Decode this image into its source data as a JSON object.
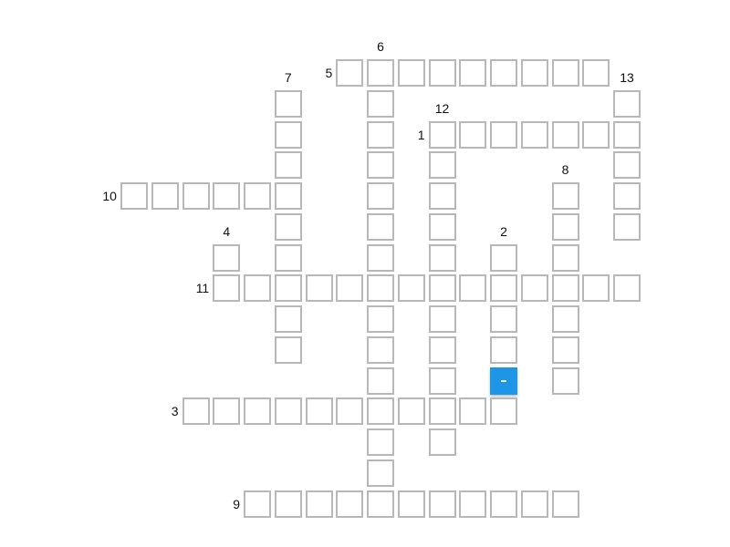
{
  "title": "",
  "active_cell": {
    "row": 10,
    "col": 12
  },
  "colors": {
    "cell_border": "#b8b8b8",
    "active_cell": "#1e96e8",
    "number_text": "#111111"
  },
  "clues": [
    {
      "number": "1",
      "direction": "across",
      "row": 2,
      "col": 10,
      "length": 7
    },
    {
      "number": "2",
      "direction": "down",
      "row": 6,
      "col": 12,
      "length": 6
    },
    {
      "number": "3",
      "direction": "across",
      "row": 11,
      "col": 2,
      "length": 11
    },
    {
      "number": "4",
      "direction": "down",
      "row": 6,
      "col": 3,
      "length": 2
    },
    {
      "number": "5",
      "direction": "across",
      "row": 0,
      "col": 7,
      "length": 9
    },
    {
      "number": "6",
      "direction": "down",
      "row": 0,
      "col": 8,
      "length": 14
    },
    {
      "number": "7",
      "direction": "down",
      "row": 1,
      "col": 5,
      "length": 9
    },
    {
      "number": "8",
      "direction": "down",
      "row": 4,
      "col": 14,
      "length": 7
    },
    {
      "number": "9",
      "direction": "across",
      "row": 14,
      "col": 4,
      "length": 11
    },
    {
      "number": "10",
      "direction": "across",
      "row": 4,
      "col": 0,
      "length": 6
    },
    {
      "number": "11",
      "direction": "across",
      "row": 7,
      "col": 3,
      "length": 14
    },
    {
      "number": "12",
      "direction": "down",
      "row": 2,
      "col": 10,
      "length": 11
    },
    {
      "number": "13",
      "direction": "down",
      "row": 1,
      "col": 16,
      "length": 5
    }
  ]
}
